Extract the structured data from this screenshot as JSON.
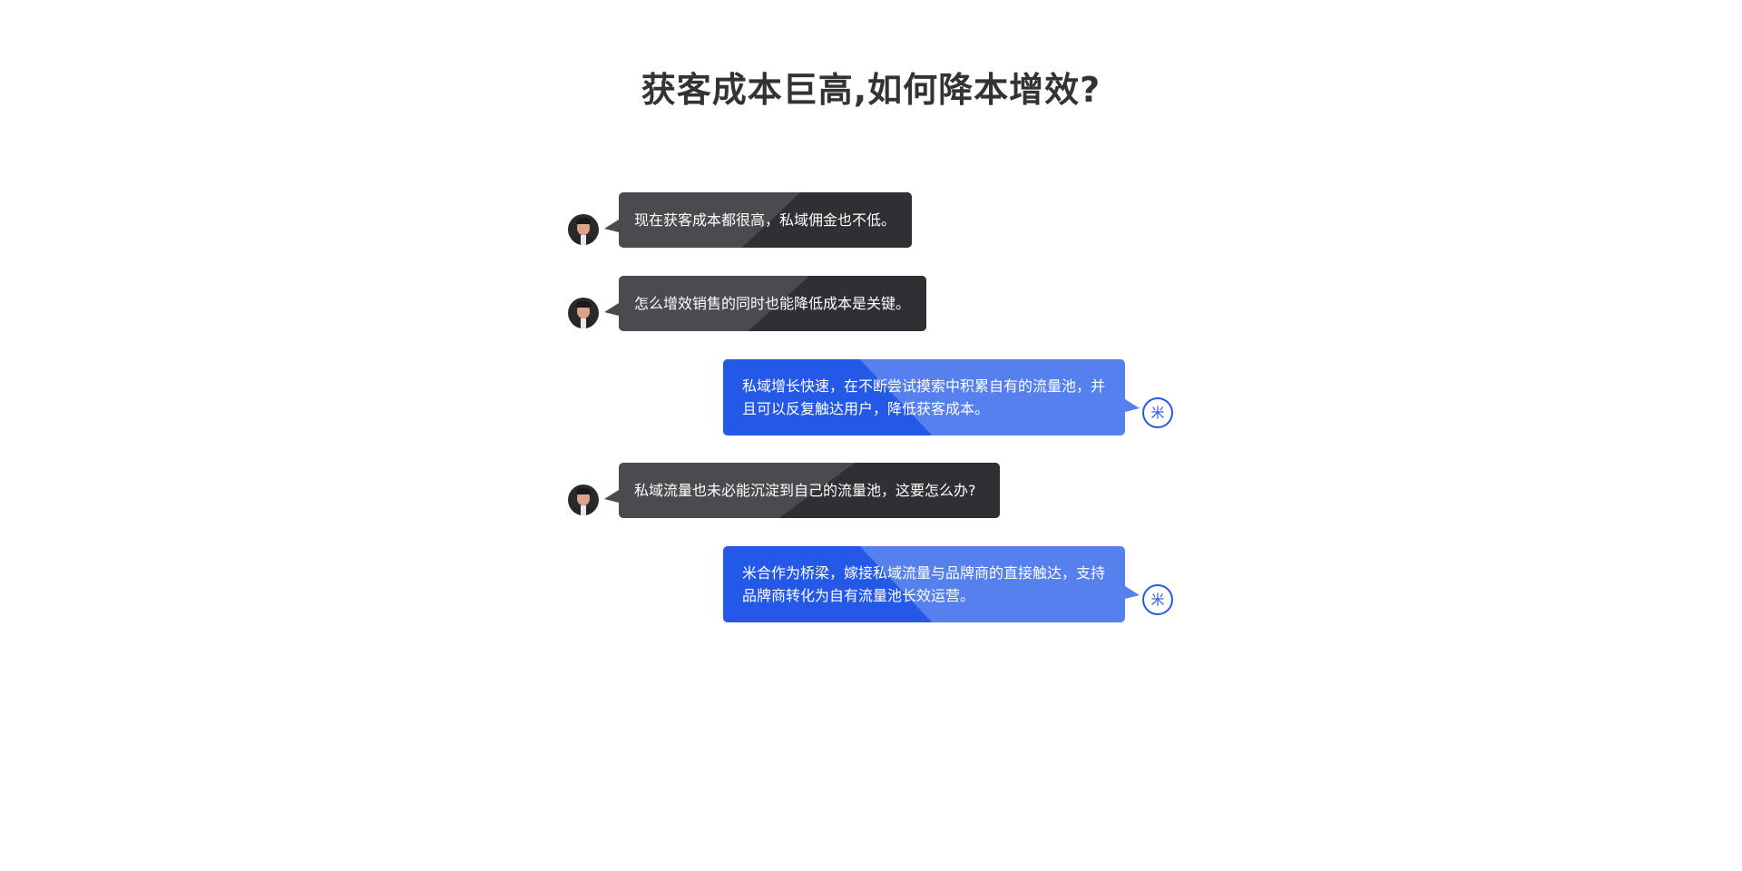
{
  "title": "获客成本巨高,如何降本增效?",
  "messages": [
    {
      "side": "left",
      "text": "现在获客成本都很高，私域佣金也不低。"
    },
    {
      "side": "left",
      "text": "怎么增效销售的同时也能降低成本是关键。"
    },
    {
      "side": "right",
      "text": "私域增长快速，在不断尝试摸索中积累自有的流量池，并且可以反复触达用户，降低获客成本。"
    },
    {
      "side": "left",
      "text": "私域流量也未必能沉淀到自己的流量池，这要怎么办?"
    },
    {
      "side": "right",
      "text": "米合作为桥梁，嫁接私域流量与品牌商的直接触达，支持品牌商转化为自有流量池长效运营。"
    }
  ],
  "brand_avatar_glyph": "米",
  "colors": {
    "dark": "#4a4b4e",
    "dark_shade": "#2f3034",
    "blue": "#2459e8",
    "blue_light": "#5580ee",
    "title": "#333333"
  }
}
